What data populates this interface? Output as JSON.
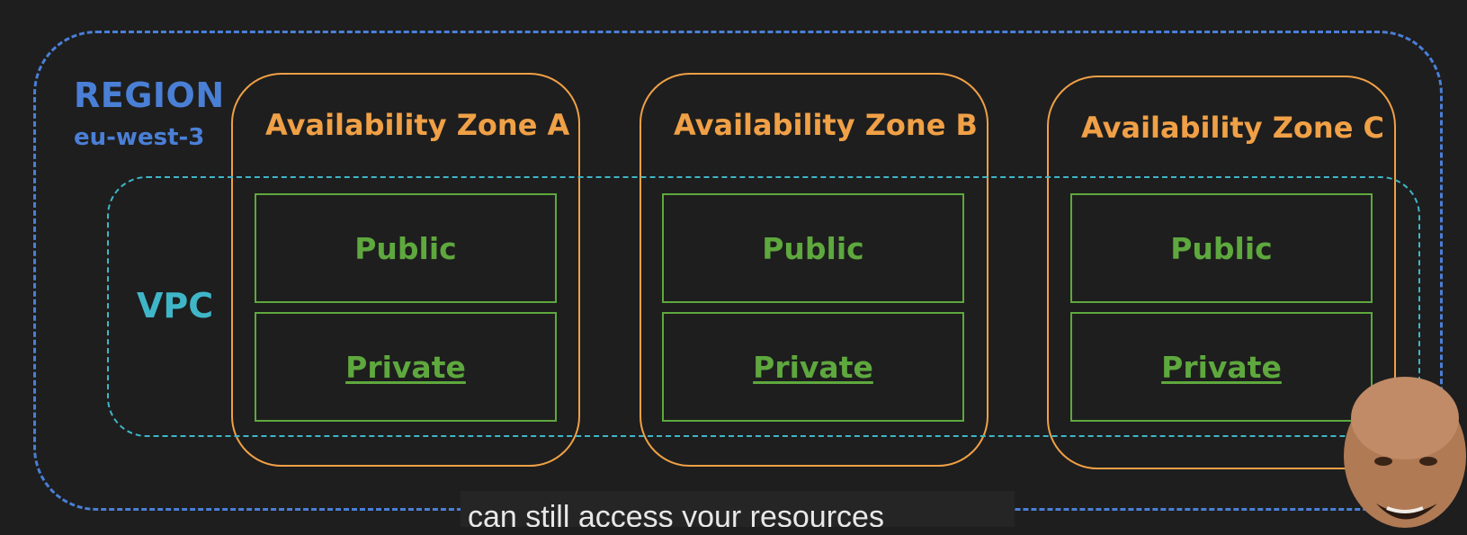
{
  "region": {
    "title": "REGION",
    "name": "eu-west-3",
    "color": "#4a7fd6"
  },
  "vpc": {
    "label": "VPC",
    "color": "#3fb6c8"
  },
  "zones": [
    {
      "label": "Availability Zone A",
      "public_label": "Public",
      "private_label": "Private"
    },
    {
      "label": "Availability Zone B",
      "public_label": "Public",
      "private_label": "Private"
    },
    {
      "label": "Availability Zone C",
      "public_label": "Public",
      "private_label": "Private"
    }
  ],
  "colors": {
    "zone": "#f0a046",
    "subnet": "#5ea83e",
    "background": "#1e1e1e"
  },
  "caption": {
    "text": "can still access your resources"
  }
}
